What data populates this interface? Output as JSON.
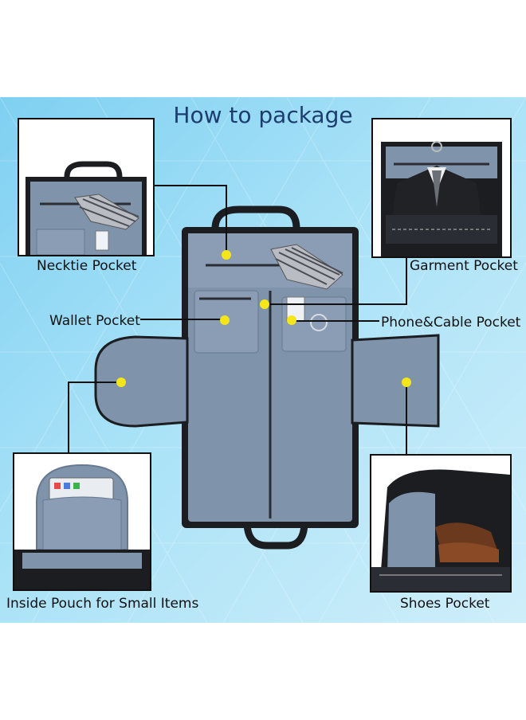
{
  "title": "How to package",
  "labels": {
    "necktie": "Necktie Pocket",
    "garment": "Garment Pocket",
    "wallet": "Wallet Pocket",
    "phone": "Phone&Cable Pocket",
    "inside_pouch": "Inside Pouch for Small Items",
    "shoes": "Shoes Pocket"
  },
  "colors": {
    "lining": "#7f93ab",
    "lining_dark": "#66798f",
    "bag_black": "#1b1d21",
    "marker": "#f5e61a",
    "title": "#1d3d6e"
  }
}
